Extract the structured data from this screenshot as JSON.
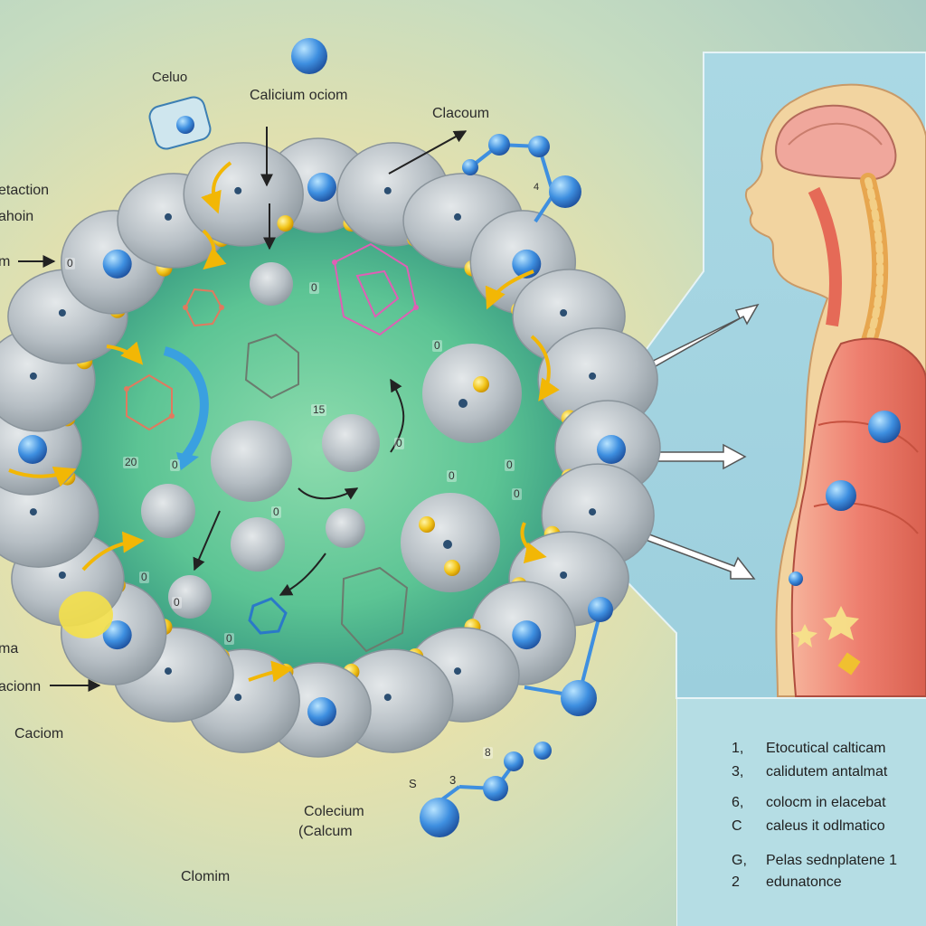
{
  "labels": {
    "celuo": "Celuo",
    "calicium_ociom": "Calicium ociom",
    "clacoum": "Clacoum",
    "etaction": "etaction",
    "ahoin": "ahoin",
    "m": "m",
    "small_4": "4",
    "ma": "ma",
    "acionn": "acionn",
    "caciom": "Caciom",
    "clomim": "Clomim",
    "colecium": "Colecium",
    "calcum": "(Calcum",
    "s": "S",
    "three": "3"
  },
  "markers": [
    "0",
    "0",
    "15",
    "0",
    "0",
    "20",
    "0",
    "0",
    "0",
    "0",
    "0",
    "0",
    "0",
    "0",
    "8"
  ],
  "legend": {
    "items": [
      {
        "num": "1,",
        "text": "Etocutical calticam"
      },
      {
        "num": "3,",
        "text": "calidutem antalmat"
      },
      {
        "num": "6,",
        "text": "colocm in elacebat"
      },
      {
        "num": "C",
        "text": "caleus  it odlmatico"
      },
      {
        "num": "G,",
        "text": "Pelas sednplatene 1"
      },
      {
        "num": "2",
        "text": "edunatonce"
      }
    ]
  },
  "colors": {
    "cell": "#b9c1c6",
    "cell_nucleus": "#3f7fcf",
    "calcium_ion": "#f2c51b",
    "lumen": "#5ec48f",
    "panel": "#a9d7e3",
    "tissue": "#f08a7c",
    "skin": "#f3d7a6"
  }
}
